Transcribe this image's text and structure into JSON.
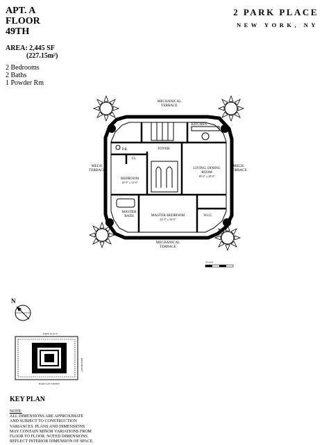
{
  "unit": {
    "title_lines": [
      "APT. A",
      "FLOOR",
      "49TH"
    ],
    "area_sf": "AREA: 2,445 SF",
    "area_m2": "(227.15m²)",
    "rooms": [
      "2 Bedrooms",
      "2 Baths",
      "1 Powder Rm"
    ]
  },
  "building": {
    "name": "2 PARK PLACE",
    "city": "NEW YORK, NY"
  },
  "plan_labels": {
    "mech_terrace_top": [
      "MECHANICAL",
      "TERRACE"
    ],
    "mech_terrace_left": [
      "MECH.",
      "TERRACE"
    ],
    "mech_terrace_right": [
      "MECH.",
      "TERRACE"
    ],
    "mech_terrace_bottom": [
      "MECHANICAL",
      "TERRACE"
    ],
    "kitchen": "KITCHEN",
    "foyer": "FOYER",
    "powder_room": "P.R.",
    "closet": "CL",
    "bedroom": "BEDROOM",
    "bedroom_dims": "16'-9\" x 12'-0\"",
    "living_dining": [
      "LIVING/ DINING",
      "ROOM"
    ],
    "living_dims": "18'-0\" x 28'-0\"",
    "master_bath": [
      "MASTER",
      "BATH"
    ],
    "master_bedroom": "MASTER BEDROOM",
    "master_dims": "22'-3\" x 16'-0\"",
    "wic": "W.I.C."
  },
  "scale_label": "SCALE",
  "north_label": "N",
  "key_plan": {
    "street_top": "PARK PLACE",
    "street_bottom": "BARCLAY STREET",
    "street_right": "BROADWAY",
    "title": "KEY PLAN"
  },
  "note": {
    "heading": "NOTE:",
    "lines": [
      "ALL DIMENSIONS ARE APPROXIMATE",
      "AND SUBJECT TO CONSTRUCTION",
      "VARIANCES. PLANS AND DIMENSIONS",
      "MAY CONTAIN MINOR VARIATIONS FROM",
      "FLOOR TO FLOOR. NOTED DIMENSIONS",
      "REFLECT INTERIOR DIMENSION OF SPACE."
    ]
  }
}
